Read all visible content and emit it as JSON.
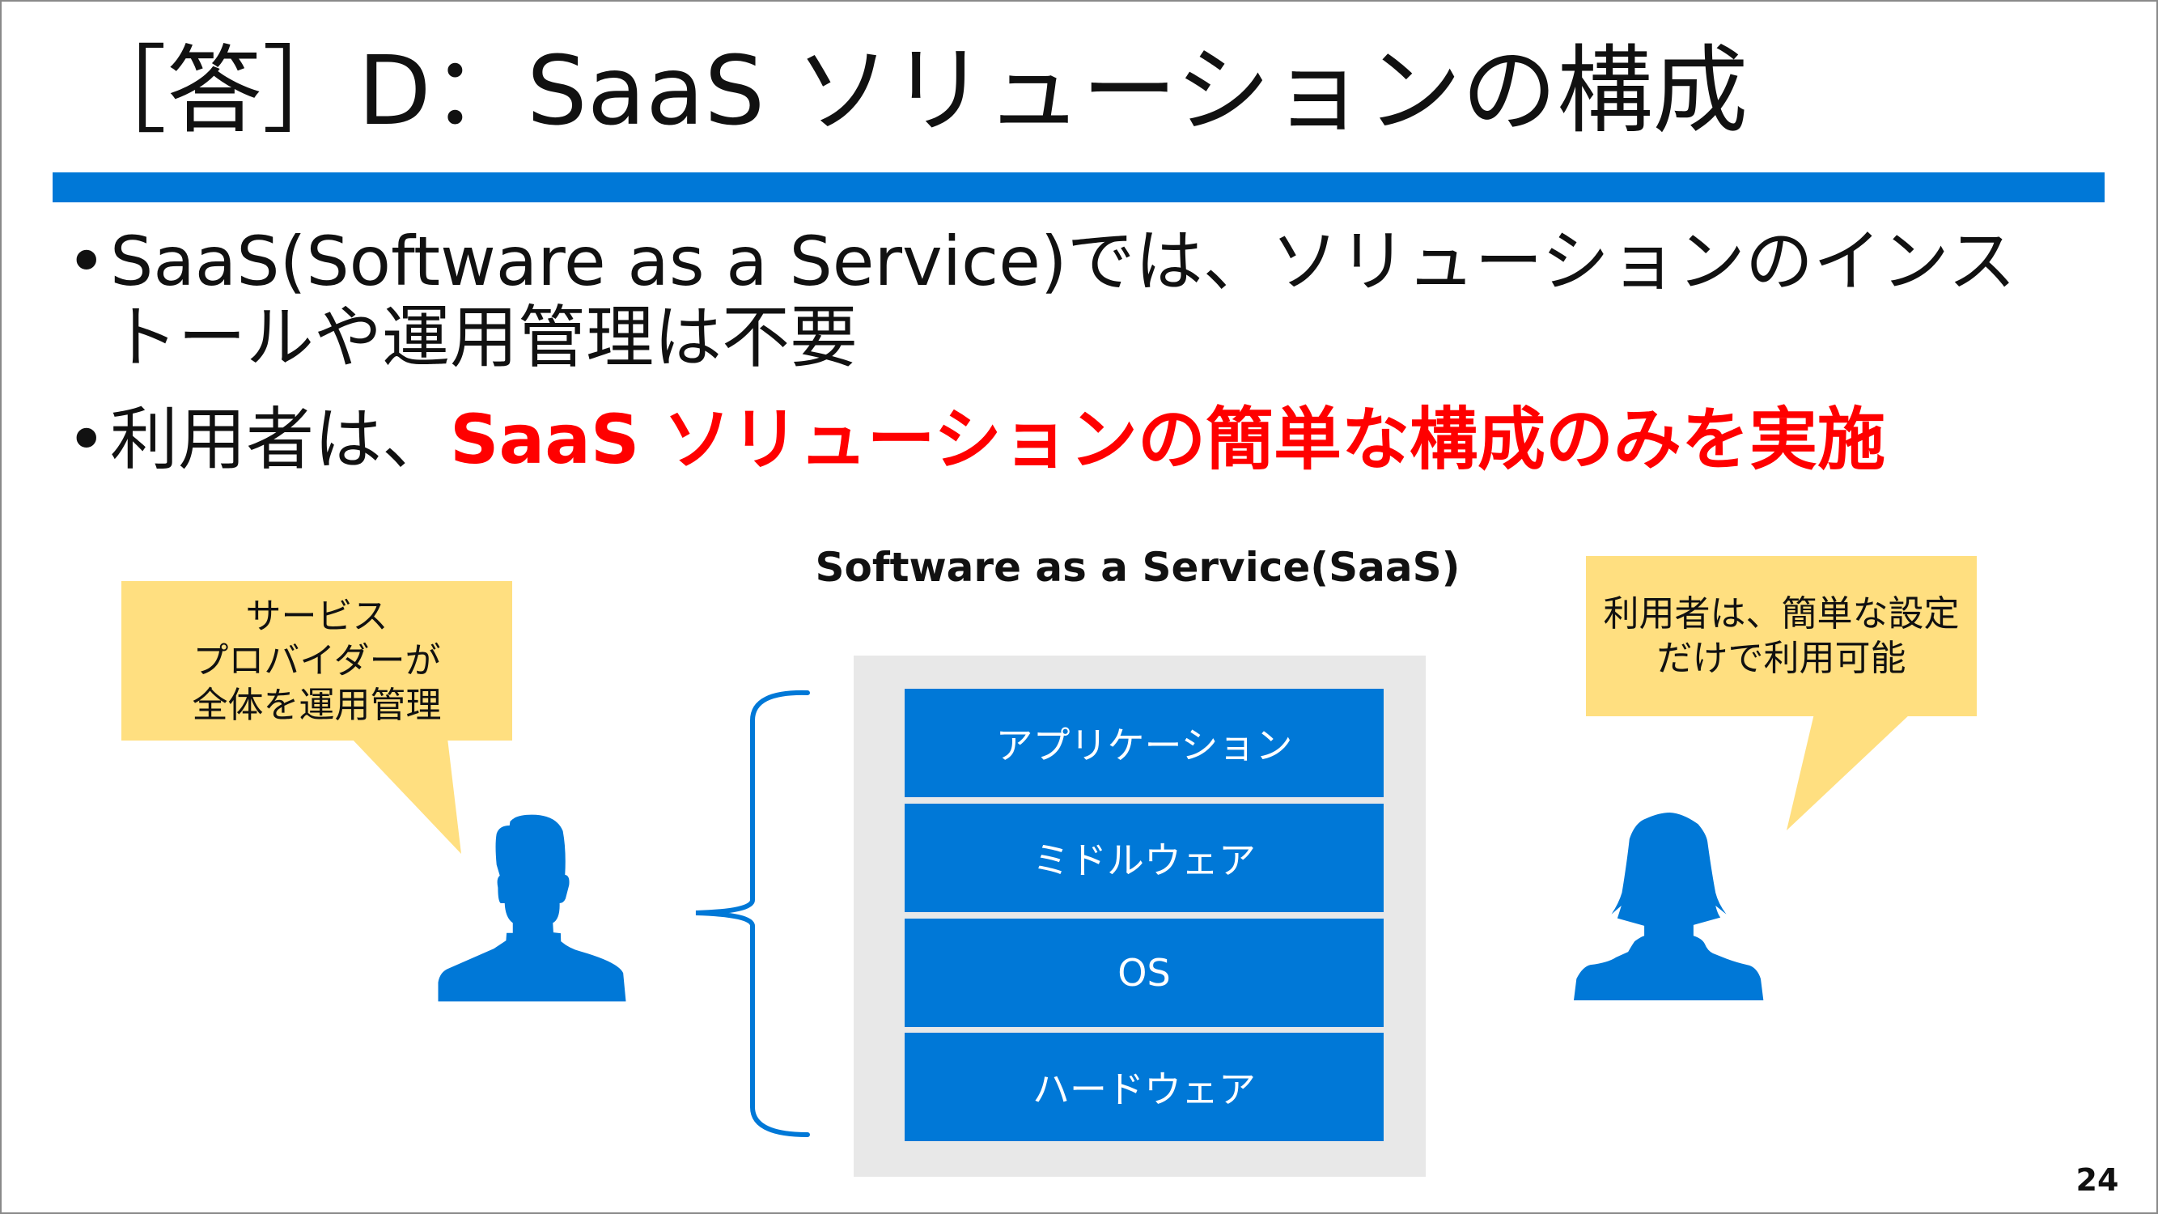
{
  "slide": {
    "title": "［答］D：SaaS ソリューションの構成",
    "page_number": "24",
    "colors": {
      "accent": "#0078d7",
      "emphasis": "#ff0000",
      "callout": "#ffdf80",
      "panel": "#e8e8e8"
    }
  },
  "bullets": [
    {
      "line1": "SaaS(Software as a Service)では、ソリューションのインス",
      "line2": "トールや運用管理は不要"
    },
    {
      "prefix": "利用者は、",
      "emphasis": "SaaS ソリューションの簡単な構成のみを実施"
    }
  ],
  "diagram": {
    "title": "Software as a Service(SaaS)",
    "layers": [
      "アプリケーション",
      "ミドルウェア",
      "OS",
      "ハードウェア"
    ],
    "provider_callout": [
      "サービス",
      "プロバイダーが",
      "全体を運用管理"
    ],
    "user_callout": [
      "利用者は、簡単な設定",
      "だけで利用可能"
    ],
    "icons": {
      "provider": "male-person-icon",
      "user": "female-person-icon",
      "brace": "brace-icon"
    }
  }
}
